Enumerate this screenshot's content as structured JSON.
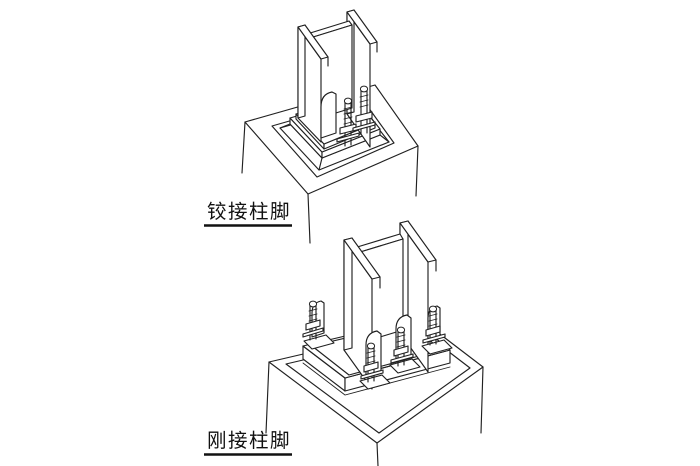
{
  "page": {
    "background_color": "#ffffff",
    "line_color": "#212121",
    "text_color": "#111111"
  },
  "figures": [
    {
      "name": "pinned-column-base",
      "label": "铰接柱脚"
    },
    {
      "name": "rigid-column-base",
      "label": "刚接柱脚"
    }
  ]
}
